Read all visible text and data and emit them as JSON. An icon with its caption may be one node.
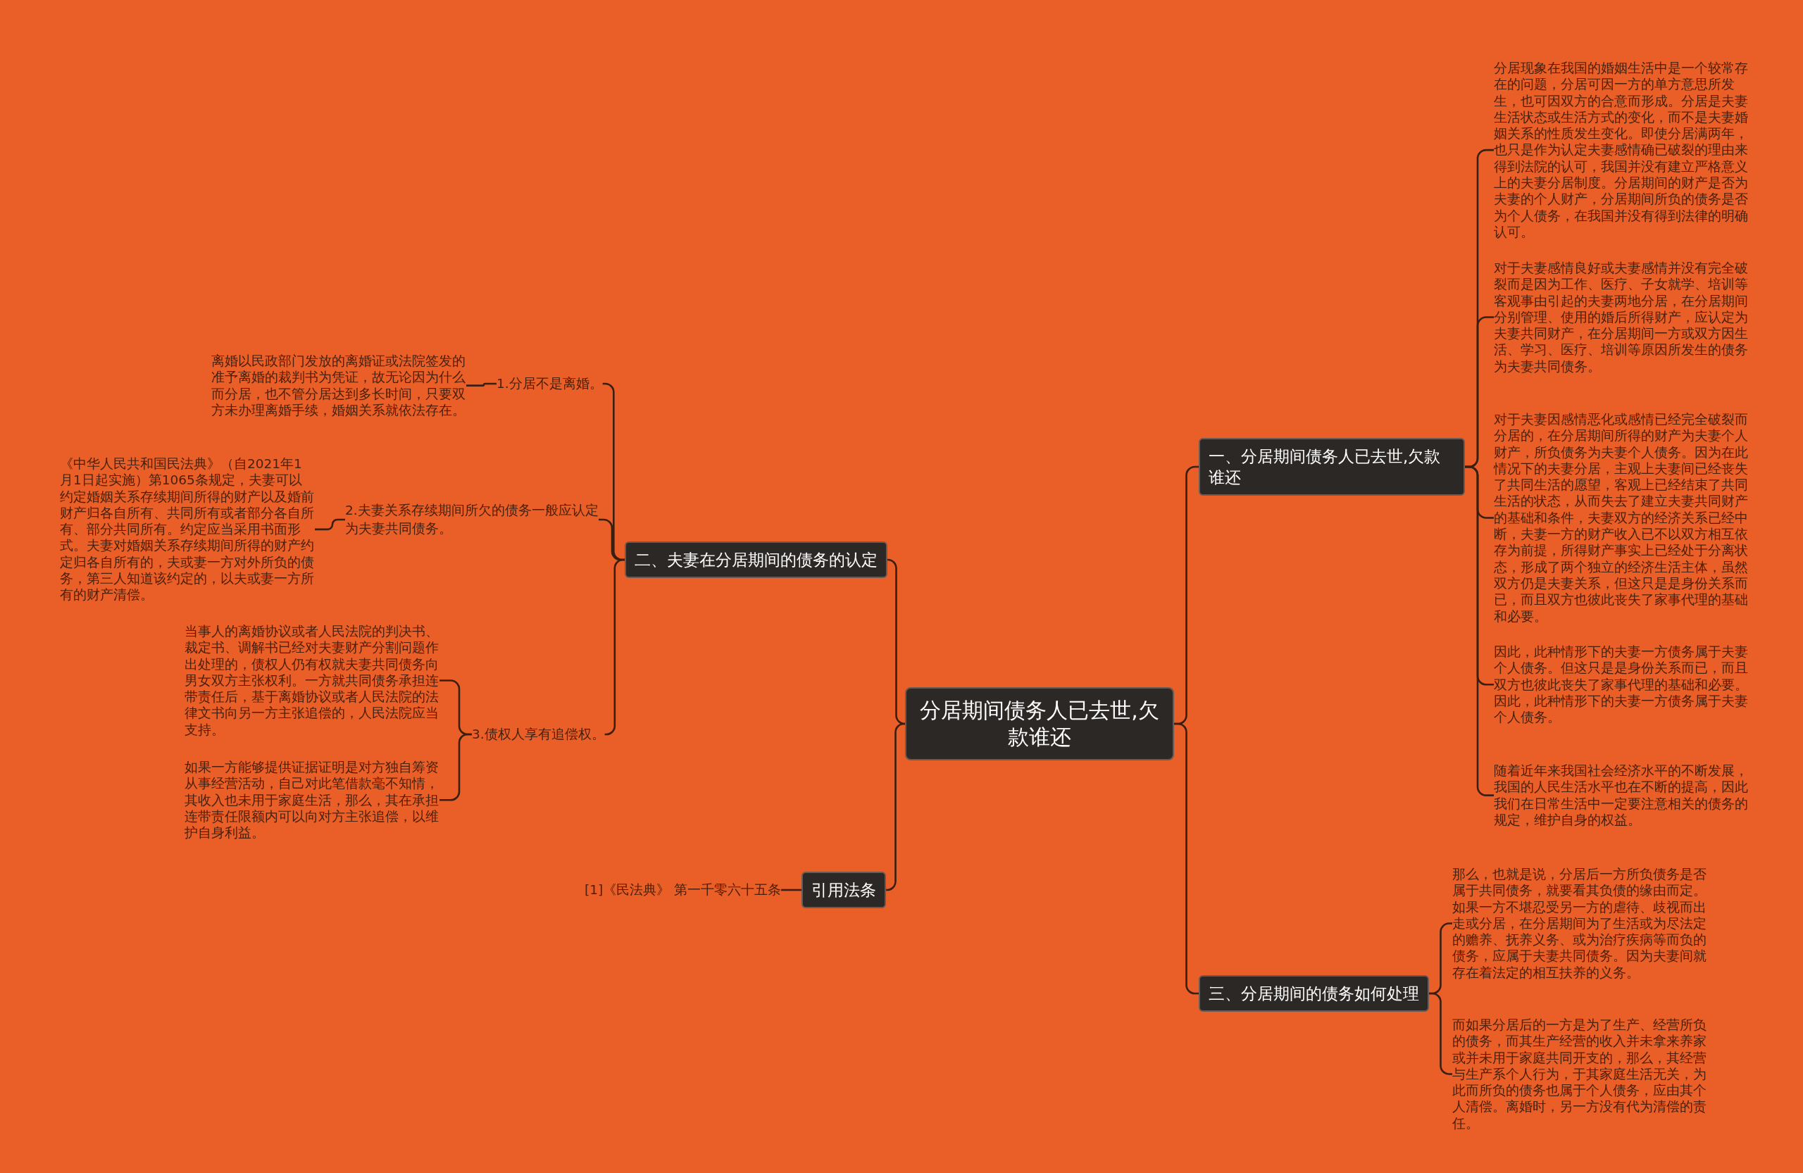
{
  "diagram": {
    "nodes": [
      {
        "text": [
          "分居期间债务人已去世,欠款谁还"
        ]
      },
      {
        "text": [
          "一、分居期间债务人已去世,欠款谁还"
        ]
      },
      {
        "text": [
          "分居现象在我国的婚姻生活中是一个较常存在的问题，分居可因一方的单方意思所发生，也可因双方的合意而形成。分居是夫妻生活状态或生活方式的变化，而不是夫妻婚姻关系的性质发生变化。即使分居满两年，也只是作为认定夫妻感情确已破裂的理由来得到法院的认可，我国并没有建立严格意义上的夫妻分居制度。分居期间的财产是否为夫妻的个人财产，分居期间所负的债务是否为个人债务，在我国并没有得到法律的明确认可。"
        ]
      },
      {
        "text": [
          "对于夫妻感情良好或夫妻感情并没有完全破裂而是因为工作、医疗、子女就学、培训等客观事由引起的夫妻两地分居，在分居期间分别管理、使用的婚后所得财产，应认定为夫妻共同财产，在分居期间一方或双方因生活、学习、医疗、培训等原因所发生的债务为夫妻共同债务。"
        ]
      },
      {
        "text": [
          "对于夫妻因感情恶化或感情已经完全破裂而分居的，在分居期间所得的财产为夫妻个人财产，所负债务为夫妻个人债务。因为在此情况下的夫妻分居，主观上夫妻间已经丧失了共同生活的愿望，客观上已经结束了共同生活的状态，从而失去了建立夫妻共同财产的基础和条件，夫妻双方的经济关系已经中断，夫妻一方的财产收入已不以双方相互依存为前提，所得财产事实上已经处于分离状态，形成了两个独立的经济生活主体，虽然双方仍是夫妻关系，但这只是是身份关系而已，而且双方也彼此丧失了家事代理的基础和必要。"
        ]
      },
      {
        "text": [
          "因此，此种情形下的夫妻一方债务属于夫妻个人债务。但这只是是身份关系而已，而且双方也彼此丧失了家事代理的基础和必要。因此，此种情形下的夫妻一方债务属于夫妻个人债务。"
        ]
      },
      {
        "text": [
          "随着近年来我国社会经济水平的不断发展，我国的人民生活水平也在不断的提高，因此我们在日常生活中一定要注意相关的债务的规定，维护自身的权益。"
        ]
      },
      {
        "text": [
          "三、分居期间的债务如何处理"
        ]
      },
      {
        "text": [
          "那么，也就是说，分居后一方所负债务是否属于共同债务，就要看其负债的缘由而定。如果一方不堪忍受另一方的虐待、歧视而出走或分居，在分居期间为了生活或为尽法定的赡养、抚养义务、或为治疗疾病等而负的债务，应属于夫妻共同债务。因为夫妻间就存在着法定的相互扶养的义务。"
        ]
      },
      {
        "text": [
          "而如果分居后的一方是为了生产、经营所负的债务，而其生产经营的收入并未拿来养家或并未用于家庭共同开支的，那么，其经营与生产系个人行为，于其家庭生活无关，为此而所负的债务也属于个人债务，应由其个人清偿。离婚时，另一方没有代为清偿的责任。"
        ]
      },
      {
        "text": [
          "二、夫妻在分居期间的债务的认定"
        ]
      },
      {
        "text": [
          "1.分居不是离婚。"
        ]
      },
      {
        "text": [
          "离婚以民政部门发放的离婚证或法院签发的准予离婚的裁判书为凭证，故无论因为什么而分居，也不管分居达到多长时间，只要双方未办理离婚手续，婚姻关系就依法存在。"
        ]
      },
      {
        "text": [
          "2.夫妻关系存续期间所欠的债务一般应认定为夫妻共同债务。"
        ]
      },
      {
        "text": [
          "《中华人民共和国民法典》（自2021年1月1日起实施）第1065条规定，夫妻可以约定婚姻关系存续期间所得的财产以及婚前财产归各自所有、共同所有或者部分各自所有、部分共同所有。约定应当采用书面形式。夫妻对婚姻关系存续期间所得的财产约定归各自所有的，夫或妻一方对外所负的债务，第三人知道该约定的，以夫或妻一方所有的财产清偿。"
        ]
      },
      {
        "text": [
          "3.债权人享有追偿权。"
        ]
      },
      {
        "text": [
          "当事人的离婚协议或者人民法院的判决书、裁定书、调解书已经对夫妻财产分割问题作出处理的，债权人仍有权就夫妻共同债务向男女双方主张权利。一方就共同债务承担连带责任后，基于离婚协议或者人民法院的法律文书向另一方主张追偿的，人民法院应当支持。"
        ]
      },
      {
        "text": [
          "如果一方能够提供证据证明是对方独自筹资从事经营活动，自己对此笔借款毫不知情，其收入也未用于家庭生活，那么，其在承担连带责任限额内可以向对方主张追偿，以维护自身利益。"
        ]
      },
      {
        "text": [
          "引用法条"
        ]
      },
      {
        "text": [
          "[1]《民法典》 第一千零六十五条"
        ]
      }
    ],
    "edges": [
      {
        "from": 0,
        "to": 1,
        "arrow": "none"
      },
      {
        "from": 1,
        "to": 2,
        "arrow": "none"
      },
      {
        "from": 1,
        "to": 3,
        "arrow": "none"
      },
      {
        "from": 1,
        "to": 4,
        "arrow": "none"
      },
      {
        "from": 1,
        "to": 5,
        "arrow": "none"
      },
      {
        "from": 1,
        "to": 6,
        "arrow": "none"
      },
      {
        "from": 0,
        "to": 7,
        "arrow": "none"
      },
      {
        "from": 7,
        "to": 8,
        "arrow": "none"
      },
      {
        "from": 7,
        "to": 9,
        "arrow": "none"
      },
      {
        "from": 0,
        "to": 10,
        "arrow": "none"
      },
      {
        "from": 10,
        "to": 11,
        "arrow": "none"
      },
      {
        "from": 11,
        "to": 12,
        "arrow": "none"
      },
      {
        "from": 10,
        "to": 13,
        "arrow": "none"
      },
      {
        "from": 13,
        "to": 14,
        "arrow": "none"
      },
      {
        "from": 10,
        "to": 15,
        "arrow": "none"
      },
      {
        "from": 15,
        "to": 16,
        "arrow": "none"
      },
      {
        "from": 15,
        "to": 17,
        "arrow": "none"
      },
      {
        "from": 0,
        "to": 18,
        "arrow": "none"
      },
      {
        "from": 18,
        "to": 19,
        "arrow": "none"
      }
    ]
  }
}
